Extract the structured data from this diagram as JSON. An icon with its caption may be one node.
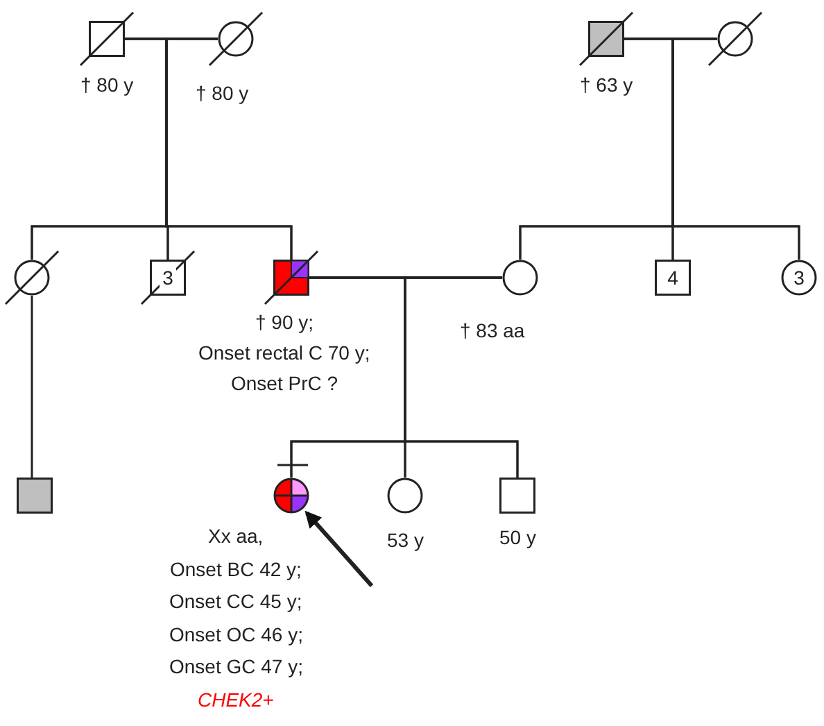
{
  "diagram": {
    "nodes": [
      {
        "text": [],
        "shape": "box",
        "beside": [
          "† 80 y"
        ]
      },
      {
        "text": [],
        "shape": "circle",
        "beside": [
          "† 80 y"
        ]
      },
      {
        "text": [],
        "shape": "box",
        "beside": [
          "† 63 y"
        ]
      },
      {
        "text": [],
        "shape": "circle"
      },
      {
        "text": [],
        "shape": "circle"
      },
      {
        "text": [
          "3"
        ]
      },
      {
        "text": [],
        "shape": "box",
        "beside": [
          "† 90 y;",
          "Onset rectal C 70 y;",
          "Onset PrC ?"
        ]
      },
      {
        "text": [],
        "shape": "circle",
        "beside": [
          "† 83 aa"
        ]
      },
      {
        "text": [
          "4"
        ]
      },
      {
        "text": [
          "3"
        ]
      },
      {
        "text": [],
        "shape": "box"
      },
      {
        "text": [],
        "shape": "circle",
        "beside": [
          "Xx aa,",
          "Onset BC 42 y;",
          "Onset CC 45 y;",
          "Onset OC 46 y;",
          "Onset GC 47 y;",
          "CHEK2+"
        ]
      },
      {
        "text": [],
        "shape": "circle",
        "beside": [
          "53 y"
        ]
      },
      {
        "text": [],
        "shape": "box",
        "beside": [
          "50 y"
        ]
      }
    ],
    "edges": [
      {
        "from": 0,
        "to": 1,
        "arrow": "none"
      },
      {
        "from": 0,
        "to": 4,
        "arrow": "none"
      },
      {
        "from": 1,
        "to": 4,
        "arrow": "none"
      },
      {
        "from": 0,
        "to": 5,
        "arrow": "none"
      },
      {
        "from": 1,
        "to": 5,
        "arrow": "none"
      },
      {
        "from": 0,
        "to": 6,
        "arrow": "none"
      },
      {
        "from": 1,
        "to": 6,
        "arrow": "none"
      },
      {
        "from": 2,
        "to": 3,
        "arrow": "none"
      },
      {
        "from": 2,
        "to": 7,
        "arrow": "none"
      },
      {
        "from": 3,
        "to": 7,
        "arrow": "none"
      },
      {
        "from": 2,
        "to": 8,
        "arrow": "none"
      },
      {
        "from": 3,
        "to": 8,
        "arrow": "none"
      },
      {
        "from": 2,
        "to": 9,
        "arrow": "none"
      },
      {
        "from": 3,
        "to": 9,
        "arrow": "none"
      },
      {
        "from": 6,
        "to": 7,
        "arrow": "none"
      },
      {
        "from": 6,
        "to": 11,
        "arrow": "none"
      },
      {
        "from": 7,
        "to": 11,
        "arrow": "none"
      },
      {
        "from": 6,
        "to": 12,
        "arrow": "none"
      },
      {
        "from": 7,
        "to": 12,
        "arrow": "none"
      },
      {
        "from": 6,
        "to": 13,
        "arrow": "none"
      },
      {
        "from": 7,
        "to": 13,
        "arrow": "none"
      },
      {
        "from": 4,
        "to": 10,
        "arrow": "none"
      },
      {
        "from": null,
        "to": 11,
        "arrow": "to",
        "style": "thick"
      }
    ]
  }
}
